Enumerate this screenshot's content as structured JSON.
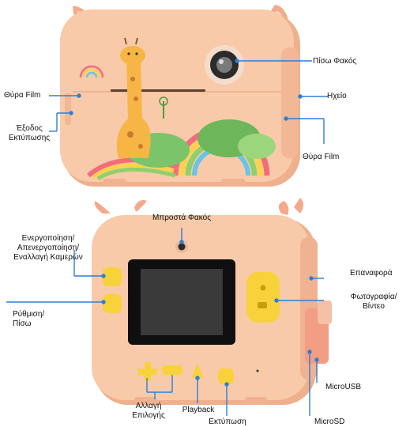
{
  "labels": {
    "rear_lens": "Πίσω Φακός",
    "film_door_left": "Θύρα Film",
    "speaker": "Ηχείο",
    "print_exit_line1": "Έξοδος",
    "print_exit_line2": "Εκτύπωσης",
    "film_door_right": "Θύρα Film",
    "front_lens": "Μπροστά Φακός",
    "power_line1": "Ενεργοποίηση/",
    "power_line2": "Απενεργοποίηση/",
    "power_line3": "Εναλλαγή Καμερών",
    "reset": "Επαναφορά",
    "settings_line1": "Ρύθμιση/",
    "settings_line2": "Πίσω",
    "photo_video_line1": "Φωτογραφία/",
    "photo_video_line2": "Βίντεο",
    "microusb": "MicroUSB",
    "select_line1": "Αλλαγή",
    "select_line2": "Επιλογής",
    "playback": "Playback",
    "print": "Εκτύπωση",
    "microsd": "MicroSD"
  },
  "colors": {
    "body": "#f7c7a6",
    "body_shade": "#efb08e",
    "accent_line": "#2b7fd6",
    "button_yellow": "#f8d23a",
    "screen": "#1a1a1a"
  },
  "icons": [
    "giraffe-illustration",
    "rainbow-illustration",
    "camera-icon",
    "video-icon",
    "dpad-icon",
    "home-icon",
    "print-icon"
  ]
}
